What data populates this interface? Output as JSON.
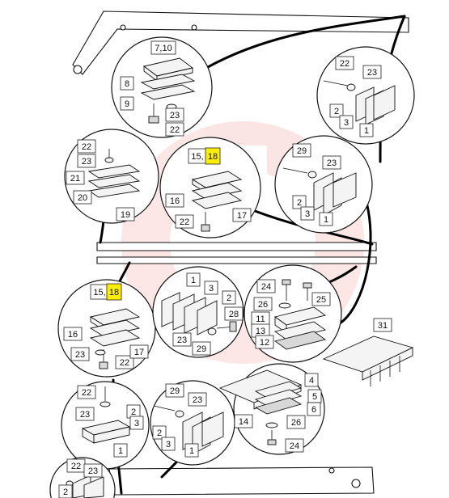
{
  "labels": {
    "c1": [
      "7,10",
      "8",
      "9",
      "23",
      "22"
    ],
    "c2": [
      "22",
      "23",
      "2",
      "3",
      "1"
    ],
    "c3": [
      "22",
      "23",
      "21",
      "20",
      "19"
    ],
    "c4": [
      "15,",
      "18",
      "16",
      "22",
      "17"
    ],
    "c5": [
      "29",
      "23",
      "2",
      "3",
      "1"
    ],
    "c6": [
      "15,",
      "18",
      "16",
      "23",
      "22",
      "17"
    ],
    "c7": [
      "1",
      "3",
      "2",
      "28",
      "23",
      "29"
    ],
    "c8": [
      "24",
      "26",
      "25",
      "11",
      "13",
      "12"
    ],
    "c9": [
      "31"
    ],
    "c10": [
      "22",
      "23",
      "2",
      "3",
      "1"
    ],
    "c11": [
      "29",
      "23",
      "2",
      "3",
      "1"
    ],
    "c12": [
      "4",
      "5",
      "6",
      "14",
      "26",
      "24"
    ],
    "c13": [
      "22",
      "23",
      "2"
    ]
  },
  "colors": {
    "highlight": "#ffee00",
    "watermark": "#e63a3a"
  }
}
